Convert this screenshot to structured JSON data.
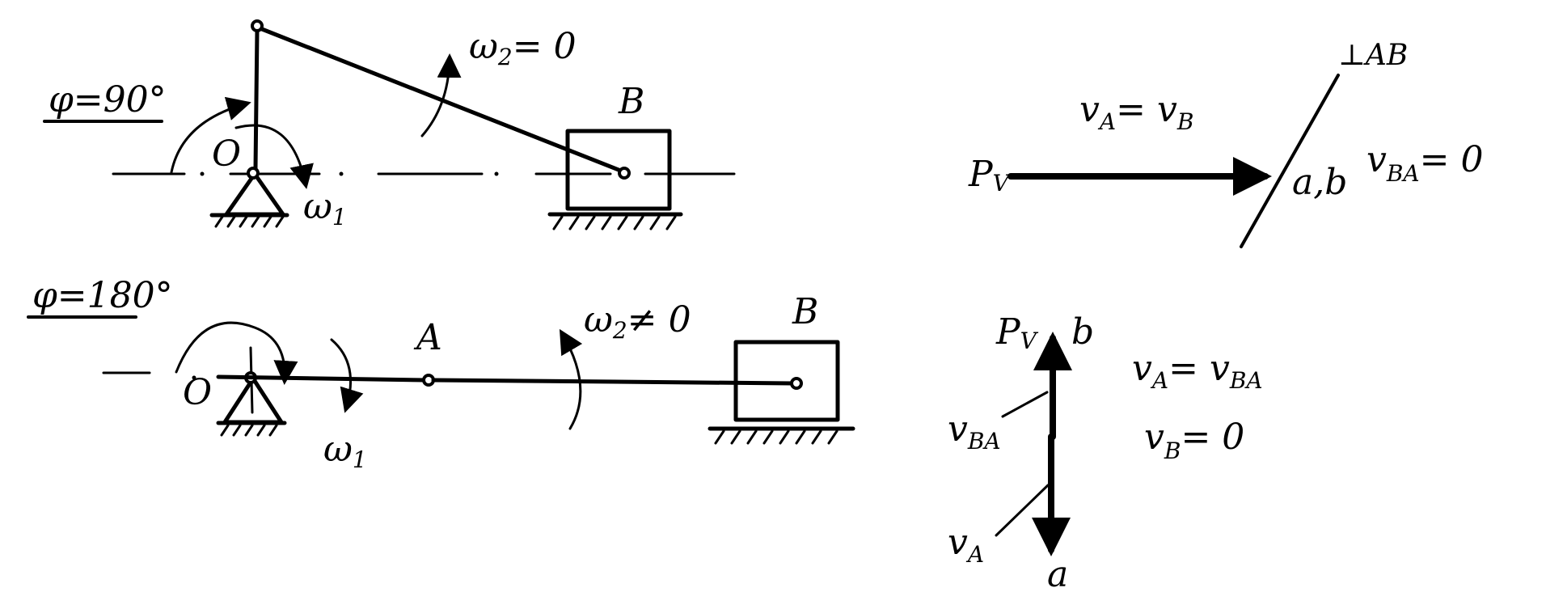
{
  "diagram": {
    "type": "slider-crank mechanism with velocity polygons",
    "colors": {
      "ink": "#000000",
      "background": "#ffffff"
    },
    "positions": [
      {
        "angle_label": "φ=90°",
        "labels": {
          "pivot": "O",
          "slider": "B",
          "omega1": "ω",
          "omega1_sub": "1",
          "omega2": "ω",
          "omega2_sub": "2",
          "omega2_rel": "= 0"
        },
        "polygon": {
          "pole": "P",
          "pole_sub": "V",
          "endpoints": "a,b",
          "perp_label": "⊥AB",
          "eq1_lhs": "v",
          "eq1_lhs_sub": "A",
          "eq1_rhs": "= v",
          "eq1_rhs_sub": "B",
          "eq2": "v",
          "eq2_sub": "BA",
          "eq2_rhs": "= 0"
        }
      },
      {
        "angle_label": "φ=180°",
        "labels": {
          "pivot": "O",
          "joint": "A",
          "slider": "B",
          "omega1": "ω",
          "omega1_sub": "1",
          "omega2": "ω",
          "omega2_sub": "2",
          "omega2_rel": "≠ 0"
        },
        "polygon": {
          "pole": "P",
          "pole_sub": "V",
          "top": "b",
          "bottom": "a",
          "vba": "v",
          "vba_sub": "BA",
          "va": "v",
          "va_sub": "A",
          "eq1_lhs": "v",
          "eq1_lhs_sub": "A",
          "eq1_rhs": "= v",
          "eq1_rhs_sub": "BA",
          "eq2": "v",
          "eq2_sub": "B",
          "eq2_rhs": "= 0"
        }
      }
    ]
  }
}
